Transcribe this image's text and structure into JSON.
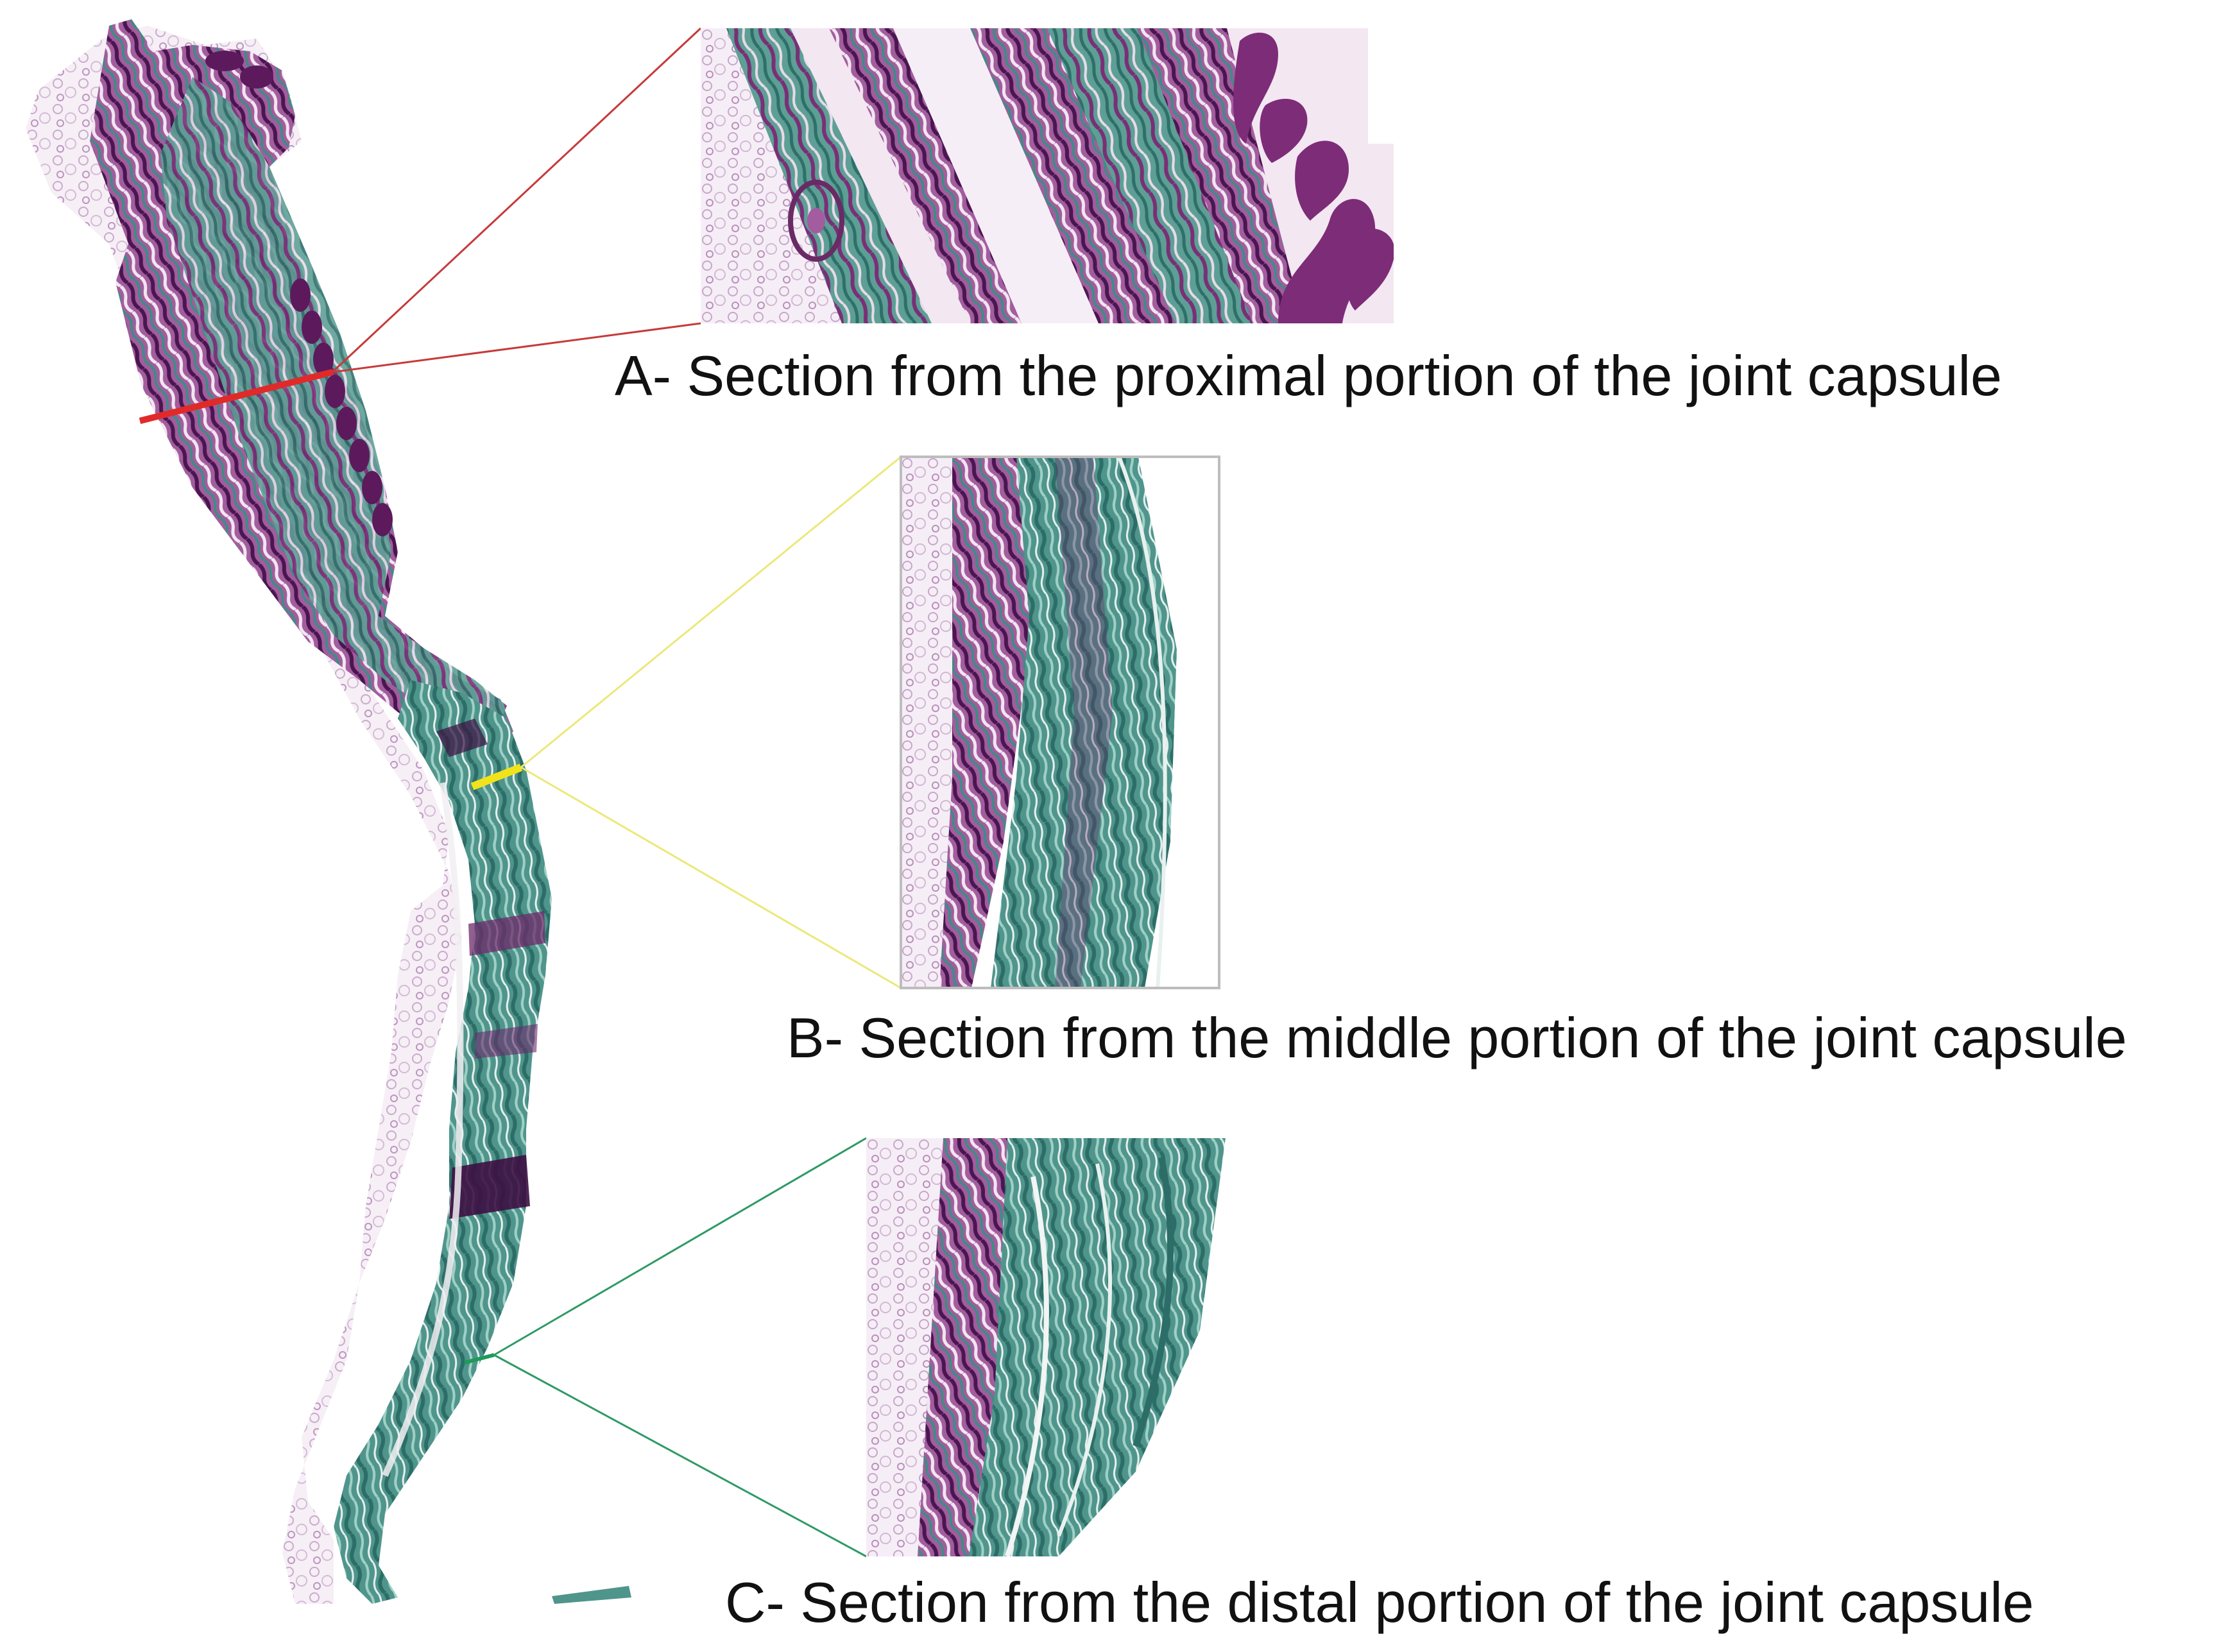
{
  "figure": {
    "captions": {
      "a": "A- Section from the proximal portion of the joint capsule",
      "b": "B- Section from the middle portion of the joint capsule",
      "c": "C- Section from the distal portion of the joint capsule"
    },
    "colors": {
      "background": "#ffffff",
      "tissue_purple": "#7b2f78",
      "tissue_dark_purple": "#3d1042",
      "tissue_teal": "#3f8f88",
      "tissue_light_teal": "#6fb8ad",
      "tissue_pale": "#f1e9f2",
      "marker_proximal": "#e02a2a",
      "marker_middle": "#f2e21a",
      "marker_distal": "#1f9a5a",
      "connector_proximal": "#c73a3a",
      "connector_middle": "#ece87a",
      "connector_distal": "#2e9a66",
      "panel_border": "#bdbdbd"
    }
  }
}
